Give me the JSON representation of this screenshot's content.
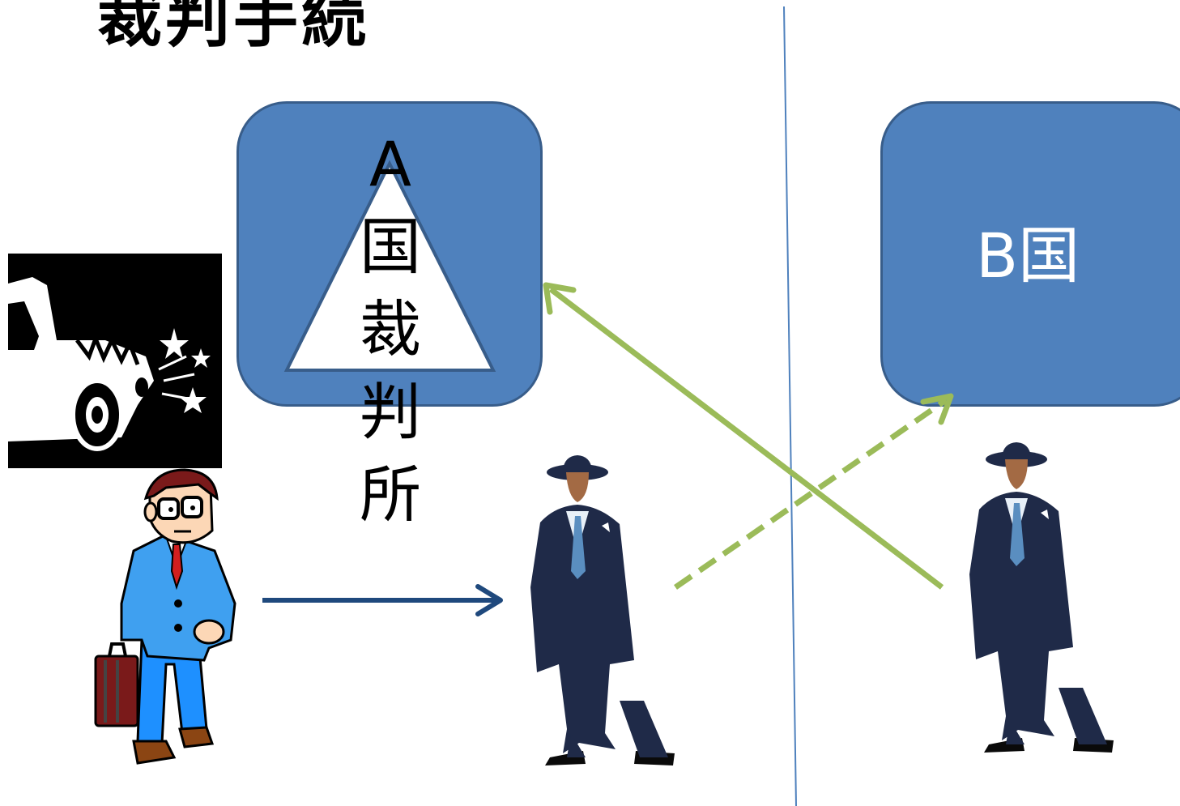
{
  "slide": {
    "title": "裁判手続",
    "court_chars": [
      "A",
      "国",
      "裁",
      "判",
      "所"
    ],
    "country_b_label": "B国"
  },
  "colors": {
    "box_fill": "#4f81bd",
    "box_border": "#385d8a",
    "green_arrow": "#9bbb59",
    "blue_arrow": "#1f497d",
    "divider": "#4f81bd"
  },
  "icons": [
    "car-crash-icon",
    "plaintiff-businessman-icon",
    "defendant-man-icon",
    "defendant-man-b-icon",
    "court-triangle-icon"
  ]
}
